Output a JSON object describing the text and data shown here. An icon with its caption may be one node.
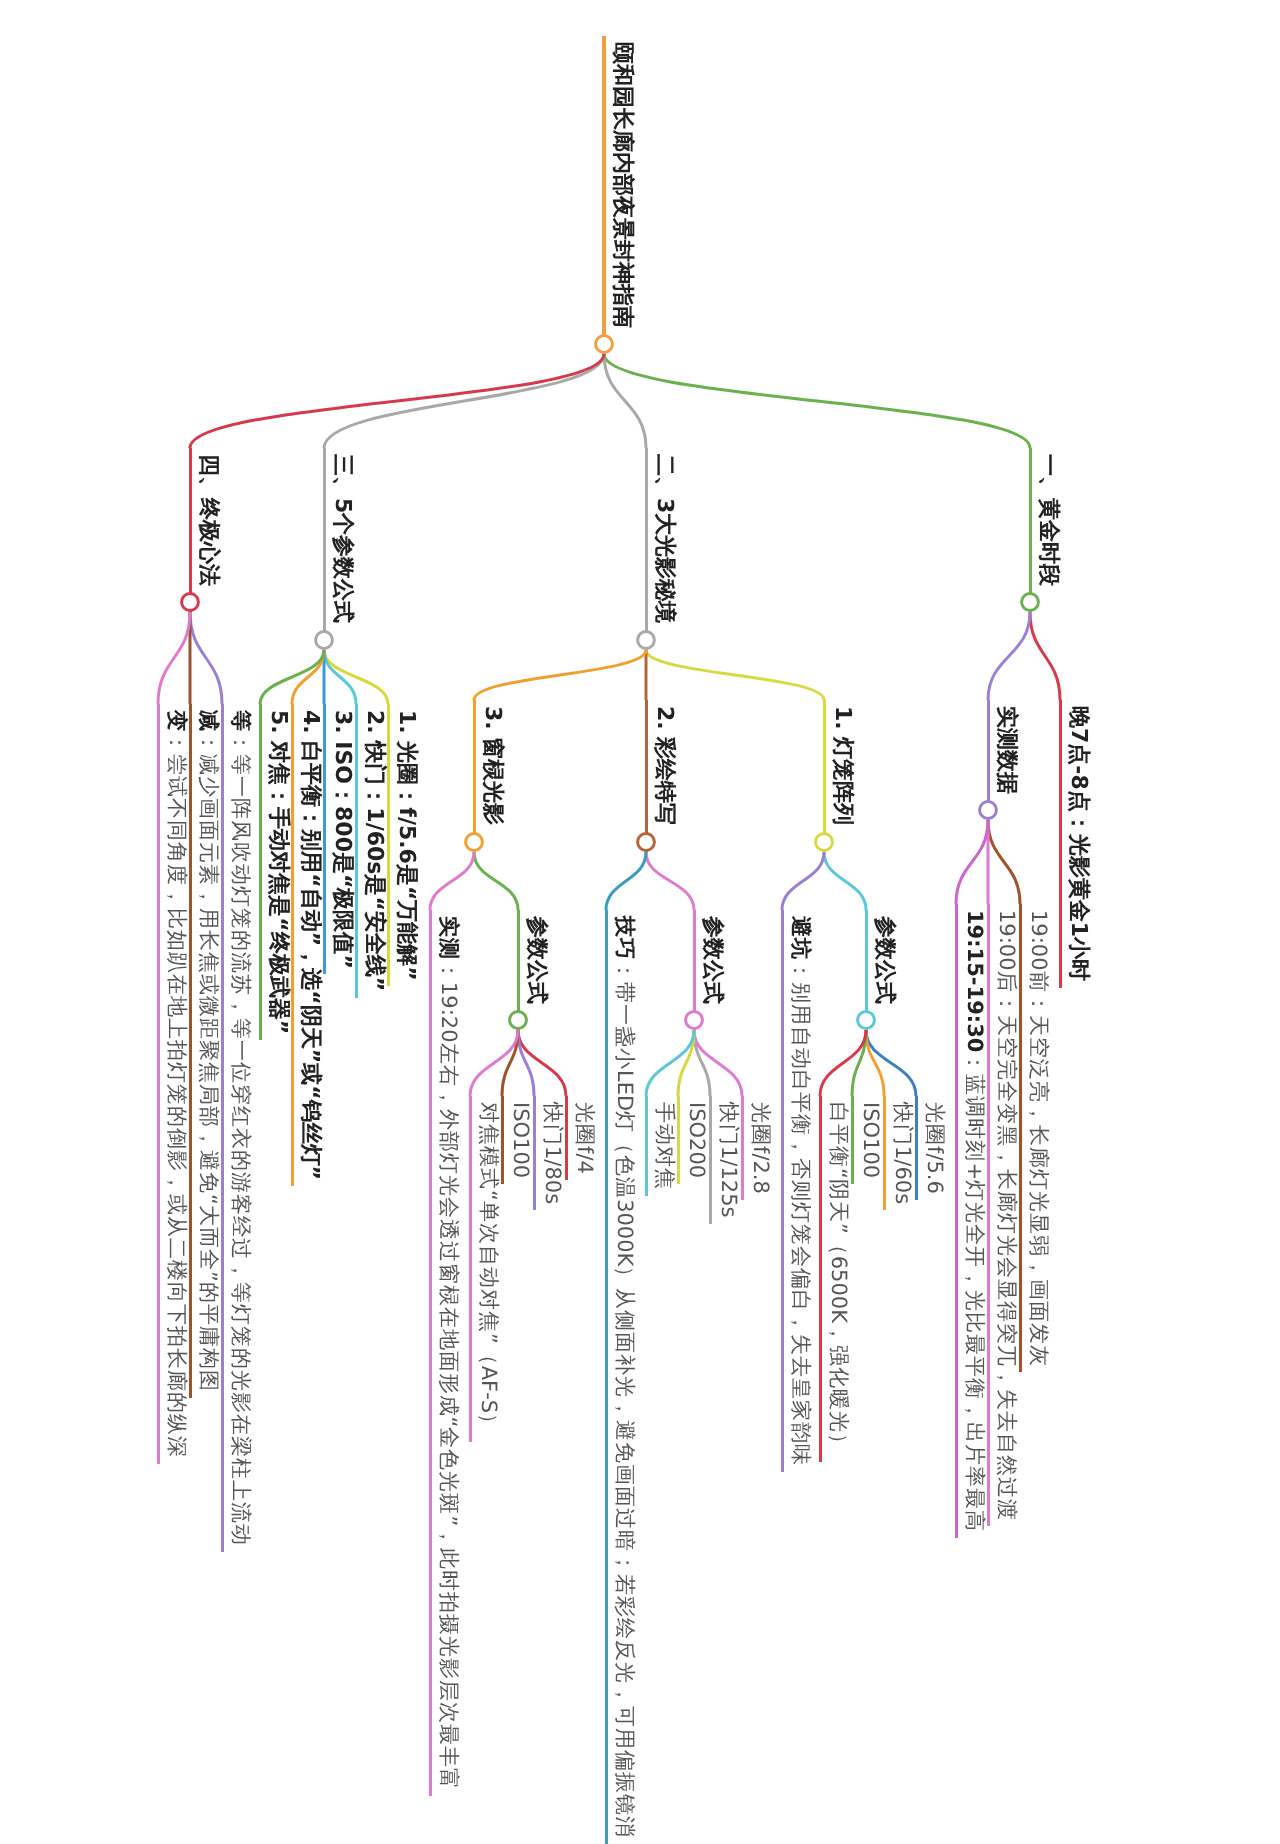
{
  "diagram": {
    "nodes": [
      {
        "text": [
          "颐和园长廊内部夜景封神指南"
        ]
      },
      {
        "text": [
          "一、黄金时段"
        ]
      },
      {
        "text": [
          "晚7点-8点：光影黄金1小时"
        ]
      },
      {
        "text": [
          "实测数据"
        ]
      },
      {
        "text": [
          "19:00前：天空泛亮，长廊灯光显弱，画面发灰"
        ]
      },
      {
        "text": [
          "19:00后：天空完全变黑，长廊灯光会显得突兀，失去自然过渡"
        ]
      },
      {
        "text": [
          "**19:15-19:30**：蓝调时刻+灯光全开，光比最平衡，出片率最高"
        ]
      },
      {
        "text": [
          "二、3大光影秘境"
        ]
      },
      {
        "text": [
          "1. 灯笼阵列"
        ]
      },
      {
        "text": [
          "参数公式"
        ]
      },
      {
        "text": [
          "光圈f/5.6"
        ]
      },
      {
        "text": [
          "快门1/60s"
        ]
      },
      {
        "text": [
          "ISO100"
        ]
      },
      {
        "text": [
          "白平衡“阴天”（6500K，强化暖光）"
        ]
      },
      {
        "text": [
          "**避坑**：别用自动白平衡，否则灯笼会偏白，失去皇家韵味"
        ]
      },
      {
        "text": [
          "2. 彩绘特写"
        ]
      },
      {
        "text": [
          "参数公式"
        ]
      },
      {
        "text": [
          "光圈f/2.8"
        ]
      },
      {
        "text": [
          "快门1/125s"
        ]
      },
      {
        "text": [
          "ISO200"
        ]
      },
      {
        "text": [
          "手动对焦"
        ]
      },
      {
        "text": [
          "**技巧**：带一盏小LED灯（色温3000K）从侧面补光，避免画面过暗；若彩绘反光，可用偏振镜消"
        ]
      },
      {
        "text": [
          "3. 窗棂光影"
        ]
      },
      {
        "text": [
          "参数公式"
        ]
      },
      {
        "text": [
          "光圈f/4"
        ]
      },
      {
        "text": [
          "快门1/80s"
        ]
      },
      {
        "text": [
          "ISO100"
        ]
      },
      {
        "text": [
          "对焦模式“单次自动对焦”（AF-S）"
        ]
      },
      {
        "text": [
          "**实测**：19:20左右，外部灯光会透过窗棂在地面形成“金色光斑”，此时拍摄光影层次最丰富"
        ]
      },
      {
        "text": [
          "三、5个参数公式"
        ]
      },
      {
        "text": [
          "1. 光圈：f/5.6是“万能解”"
        ]
      },
      {
        "text": [
          "2. 快门：1/60s是“安全线”"
        ]
      },
      {
        "text": [
          "3. ISO：800是“极限值”"
        ]
      },
      {
        "text": [
          "4. 白平衡：别用“自动”，选“阴天”或“钨丝灯”"
        ]
      },
      {
        "text": [
          "5. 对焦：手动对焦是“终极武器”"
        ]
      },
      {
        "text": [
          "四、终极心法"
        ]
      },
      {
        "text": [
          "**等**：等一阵风吹动灯笼的流苏，等一位穿红衣的游客经过，等灯笼的光影在梁柱上流动"
        ]
      },
      {
        "text": [
          "**减**：减少画面元素，用长焦或微距聚焦局部，避免“大而全”的平庸构图"
        ]
      },
      {
        "text": [
          "**变**：尝试不同角度，比如趴在地上拍灯笼的倒影，或从二楼向下拍长廊的纵深"
        ]
      }
    ],
    "edges": [
      {
        "from": 0,
        "to": 1,
        "arrow": "none",
        "color": "#6ab04c"
      },
      {
        "from": 0,
        "to": 7,
        "arrow": "none",
        "color": "#a8a8a8"
      },
      {
        "from": 0,
        "to": 29,
        "arrow": "none",
        "color": "#a8a8a8"
      },
      {
        "from": 0,
        "to": 35,
        "arrow": "none",
        "color": "#d63a4a"
      },
      {
        "from": 1,
        "to": 2,
        "arrow": "none",
        "color": "#d63a4a"
      },
      {
        "from": 1,
        "to": 3,
        "arrow": "none",
        "color": "#9b7fd4"
      },
      {
        "from": 3,
        "to": 4,
        "arrow": "none",
        "color": "#a0522d"
      },
      {
        "from": 3,
        "to": 5,
        "arrow": "none",
        "color": "#e07ad0"
      },
      {
        "from": 3,
        "to": 6,
        "arrow": "none",
        "color": "#cc66cc"
      },
      {
        "from": 7,
        "to": 8,
        "arrow": "none",
        "color": "#d8d840"
      },
      {
        "from": 7,
        "to": 15,
        "arrow": "none",
        "color": "#b5653a"
      },
      {
        "from": 7,
        "to": 22,
        "arrow": "none",
        "color": "#f0a030"
      },
      {
        "from": 8,
        "to": 9,
        "arrow": "none",
        "color": "#5bc8d8"
      },
      {
        "from": 8,
        "to": 14,
        "arrow": "none",
        "color": "#9b7fd4"
      },
      {
        "from": 9,
        "to": 10,
        "arrow": "none",
        "color": "#3d7fc0"
      },
      {
        "from": 9,
        "to": 11,
        "arrow": "none",
        "color": "#f0a030"
      },
      {
        "from": 9,
        "to": 12,
        "arrow": "none",
        "color": "#6ab04c"
      },
      {
        "from": 9,
        "to": 13,
        "arrow": "none",
        "color": "#d63a4a"
      },
      {
        "from": 15,
        "to": 16,
        "arrow": "none",
        "color": "#e07ad0"
      },
      {
        "from": 15,
        "to": 21,
        "arrow": "none",
        "color": "#3a9cc0"
      },
      {
        "from": 16,
        "to": 17,
        "arrow": "none",
        "color": "#e07ad0"
      },
      {
        "from": 16,
        "to": 18,
        "arrow": "none",
        "color": "#a8a8a8"
      },
      {
        "from": 16,
        "to": 19,
        "arrow": "none",
        "color": "#d8d840"
      },
      {
        "from": 16,
        "to": 20,
        "arrow": "none",
        "color": "#5bc8d8"
      },
      {
        "from": 22,
        "to": 23,
        "arrow": "none",
        "color": "#6ab04c"
      },
      {
        "from": 22,
        "to": 28,
        "arrow": "none",
        "color": "#e07ad0"
      },
      {
        "from": 23,
        "to": 24,
        "arrow": "none",
        "color": "#d63a4a"
      },
      {
        "from": 23,
        "to": 25,
        "arrow": "none",
        "color": "#9b7fd4"
      },
      {
        "from": 23,
        "to": 26,
        "arrow": "none",
        "color": "#a0522d"
      },
      {
        "from": 23,
        "to": 27,
        "arrow": "none",
        "color": "#e07ad0"
      },
      {
        "from": 29,
        "to": 30,
        "arrow": "none",
        "color": "#d8d840"
      },
      {
        "from": 29,
        "to": 31,
        "arrow": "none",
        "color": "#5bc8d8"
      },
      {
        "from": 29,
        "to": 32,
        "arrow": "none",
        "color": "#3d9ad8"
      },
      {
        "from": 29,
        "to": 33,
        "arrow": "none",
        "color": "#f0a030"
      },
      {
        "from": 29,
        "to": 34,
        "arrow": "none",
        "color": "#6ab04c"
      },
      {
        "from": 35,
        "to": 36,
        "arrow": "none",
        "color": "#9b7fd4"
      },
      {
        "from": 35,
        "to": 37,
        "arrow": "none",
        "color": "#a0522d"
      },
      {
        "from": 35,
        "to": 38,
        "arrow": "none",
        "color": "#e07ad0"
      }
    ]
  }
}
